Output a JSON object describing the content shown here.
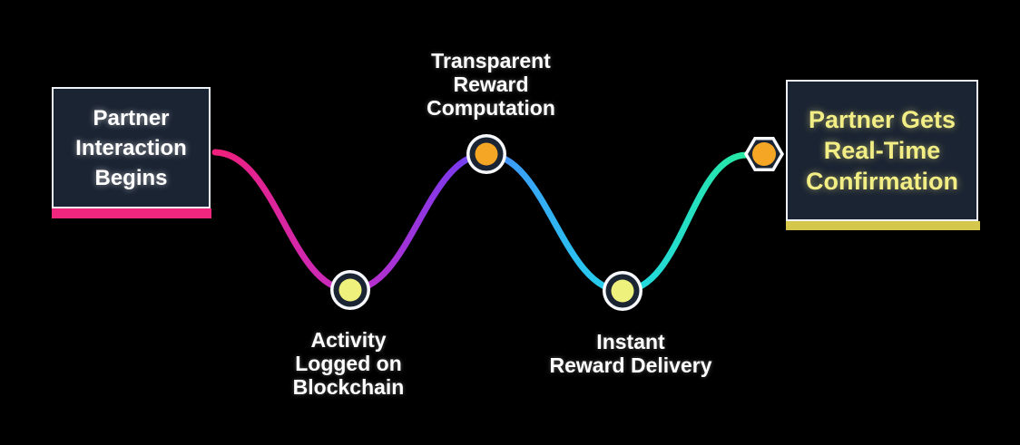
{
  "diagram": {
    "start_box": {
      "label": "Partner\nInteraction\nBegins",
      "accent_color": "#f0267f",
      "text_color": "#ffffff"
    },
    "end_box": {
      "label": "Partner Gets\nReal-Time\nConfirmation",
      "accent_color": "#d4c74c",
      "text_color": "#f2ee85",
      "marker": {
        "shape": "hexagon",
        "color": "#f6a625"
      }
    },
    "steps": [
      {
        "label": "Activity\nLogged on\nBlockchain",
        "label_position": "below",
        "marker": {
          "shape": "circle",
          "color": "#eef17c"
        }
      },
      {
        "label": "Transparent\nReward\nComputation",
        "label_position": "above",
        "marker": {
          "shape": "circle",
          "color": "#f6a625"
        }
      },
      {
        "label": "Instant\nReward Delivery",
        "label_position": "below",
        "marker": {
          "shape": "circle",
          "color": "#eef17c"
        }
      }
    ]
  },
  "colors": {
    "background": "#000000",
    "box_fill": "#1b2433",
    "box_border": "#eef2f6",
    "node_outline": "#f7f9fc",
    "node_ring": "#1b2433",
    "node_yellow": "#eef17c",
    "node_orange": "#f6a625",
    "path_gradient": [
      "#f01f7a",
      "#c42cc4",
      "#7c3aed",
      "#3b9ef8",
      "#22d5ea",
      "#27e8a2"
    ]
  }
}
